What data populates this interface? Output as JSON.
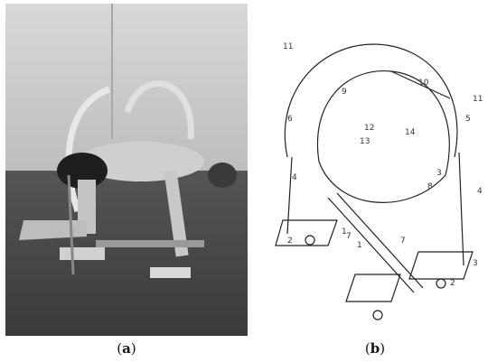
{
  "captions": {
    "a": {
      "open": "(",
      "letter": "a",
      "close": ")"
    },
    "b": {
      "open": "(",
      "letter": "b",
      "close": ")"
    }
  },
  "drawing_labels": [
    "1",
    "1",
    "2",
    "2",
    "3",
    "3",
    "4",
    "4",
    "5",
    "6",
    "7",
    "7",
    "8",
    "9",
    "10",
    "11",
    "11",
    "12",
    "13",
    "14"
  ],
  "colors": {
    "background": "#ffffff",
    "ink": "#222222",
    "photo_dark": "#2b2b2b",
    "photo_floor": "#4a4a4a"
  }
}
